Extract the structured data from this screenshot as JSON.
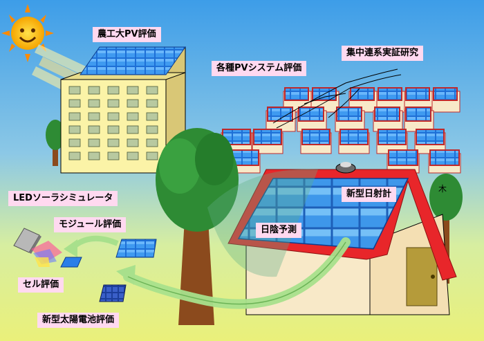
{
  "labels": {
    "university_pv": "農工大PV評価",
    "pv_systems": "各種PVシステム評価",
    "grid_connected": "集中連系実証研究",
    "led_simulator": "LEDソーラシミュレータ",
    "module_eval": "モジュール評価",
    "cell_eval": "セル評価",
    "new_cell_eval": "新型太陽電池評価",
    "new_pyranometer": "新型日射計",
    "shade_prediction": "日陰予測"
  },
  "tree_marker": "木",
  "colors": {
    "sky_top": "#3d9de8",
    "ground": "#e9ef7a",
    "label_bg": "#ffd9f0",
    "roof_red": "#e8262a",
    "panel_blue": "#1e6fd6",
    "building": "#fbf3a7",
    "house_wall": "#f8e9c8",
    "tree_green": "#2e8b34",
    "trunk": "#8b4a1d"
  }
}
